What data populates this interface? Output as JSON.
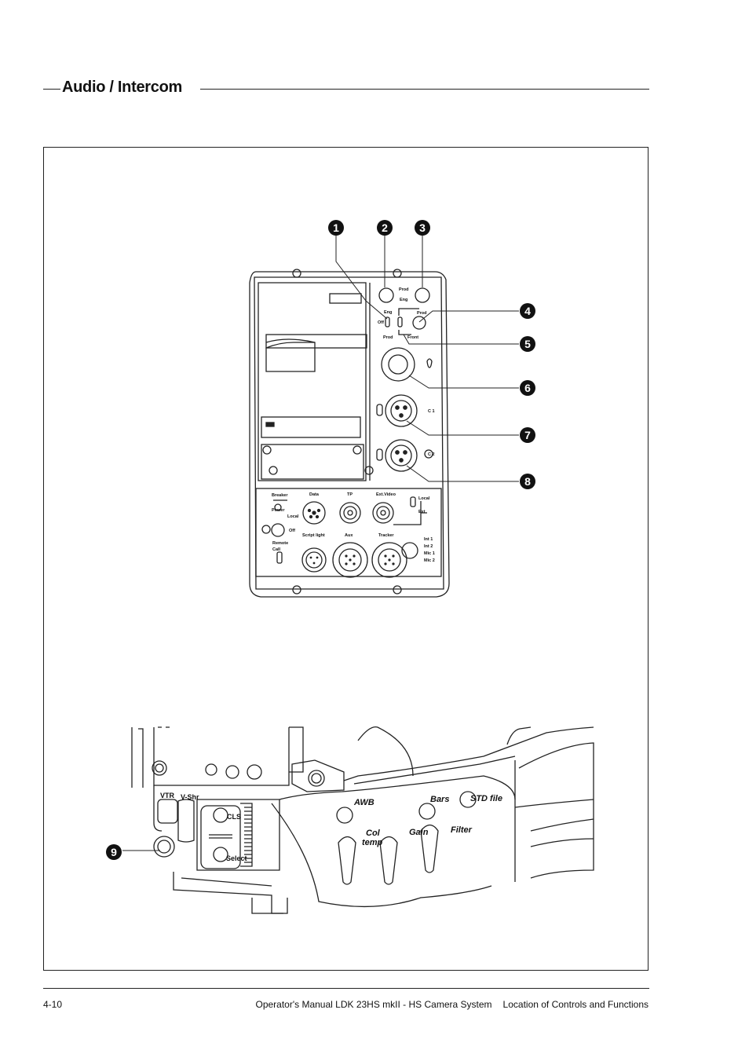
{
  "heading": {
    "title": "Audio / Intercom"
  },
  "figure": {
    "callouts": [
      "1",
      "2",
      "3",
      "4",
      "5",
      "6",
      "7",
      "8",
      "9"
    ],
    "panel_labels": {
      "eng": "Eng",
      "off": "Off",
      "prod": "Prod",
      "prod2": "Prod",
      "eng2": "Eng",
      "prod3": "Prod",
      "front": "Front",
      "c1": "C 1",
      "c2": "C 2",
      "breaker": "Breaker",
      "power": "Power",
      "local": "Local",
      "off2": "Off",
      "remote": "Remote",
      "call": "Call",
      "data": "Data",
      "tp": "TP",
      "ext_video": "Ext.Video",
      "local2": "Local",
      "ext": "Ext",
      "script_light": "Script light",
      "aux": "Aux",
      "tracker": "Tracker",
      "int1": "Int 1",
      "int2": "Int 2",
      "mic1": "Mic 1",
      "mic2": "Mic 2"
    },
    "side_labels": {
      "vtr": "VTR",
      "vshr": "V-Shr",
      "cls": "CLS",
      "select": "Select",
      "awb": "AWB",
      "bars": "Bars",
      "std_file": "STD file",
      "col_temp_1": "Col",
      "col_temp_2": "temp",
      "gain": "Gain",
      "filter": "Filter"
    }
  },
  "footer": {
    "page_number": "4-10",
    "manual_title": "Operator's Manual LDK 23HS mkII - HS Camera System",
    "section_title": "Location of Controls and Functions"
  }
}
